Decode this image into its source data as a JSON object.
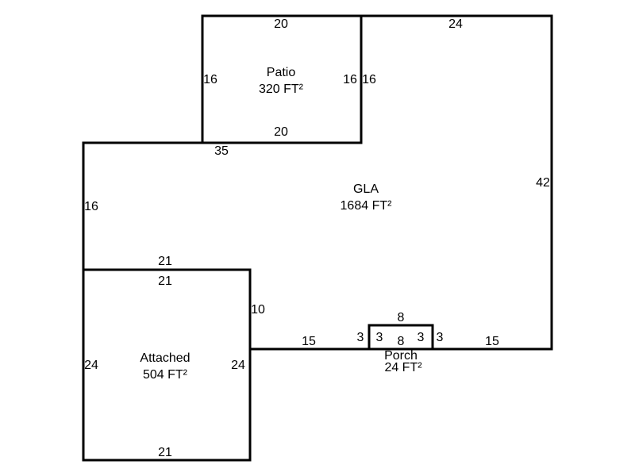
{
  "areas": {
    "gla": {
      "name": "GLA",
      "area": "1684 FT²"
    },
    "patio": {
      "name": "Patio",
      "area": "320 FT²"
    },
    "attached": {
      "name": "Attached",
      "area": "504 FT²"
    },
    "porch": {
      "name": "Porch",
      "area": "24 FT²"
    }
  },
  "dimensions": {
    "gla_top": "24",
    "gla_right": "42",
    "gla_bottom_right": "15",
    "gla_bottom_left": "15",
    "gla_porch_left": "3",
    "gla_porch_right": "3",
    "gla_step": "10",
    "gla_attached_top": "21",
    "gla_left": "16",
    "gla_top_left": "35",
    "gla_patio_side": "16",
    "patio_top": "20",
    "patio_bottom": "20",
    "patio_left": "16",
    "patio_right": "16",
    "attached_top": "21",
    "attached_bottom": "21",
    "attached_left": "24",
    "attached_right": "24",
    "porch_top": "8",
    "porch_bottom": "8",
    "porch_left": "3",
    "porch_right": "3"
  }
}
